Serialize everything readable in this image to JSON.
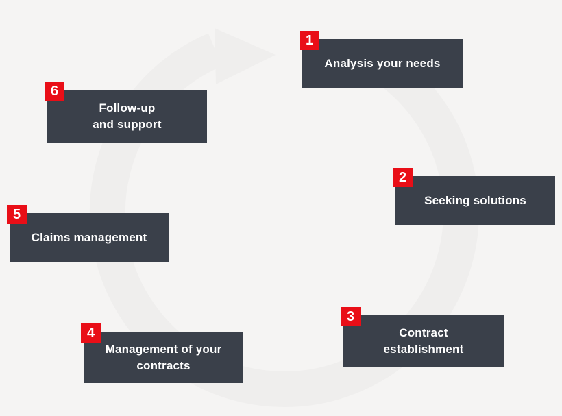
{
  "colors": {
    "background": "#f5f4f3",
    "cycle_ring": "#efeeed",
    "step_box": "#3a404a",
    "badge_red": "#e90e17",
    "text_white": "#ffffff"
  },
  "cycle": {
    "icon": "circular-arrow-clockwise"
  },
  "steps": [
    {
      "number": "1",
      "label": "Analysis your needs",
      "line1": "Analysis your needs",
      "line2": ""
    },
    {
      "number": "2",
      "label": "Seeking solutions",
      "line1": "Seeking solutions",
      "line2": ""
    },
    {
      "number": "3",
      "label": "Contract establishment",
      "line1": "Contract",
      "line2": "establishment"
    },
    {
      "number": "4",
      "label": "Management of your contracts",
      "line1": "Management of your",
      "line2": "contracts"
    },
    {
      "number": "5",
      "label": "Claims management",
      "line1": "Claims management",
      "line2": ""
    },
    {
      "number": "6",
      "label": "Follow-up and support",
      "line1": "Follow-up",
      "line2": "and support"
    }
  ]
}
